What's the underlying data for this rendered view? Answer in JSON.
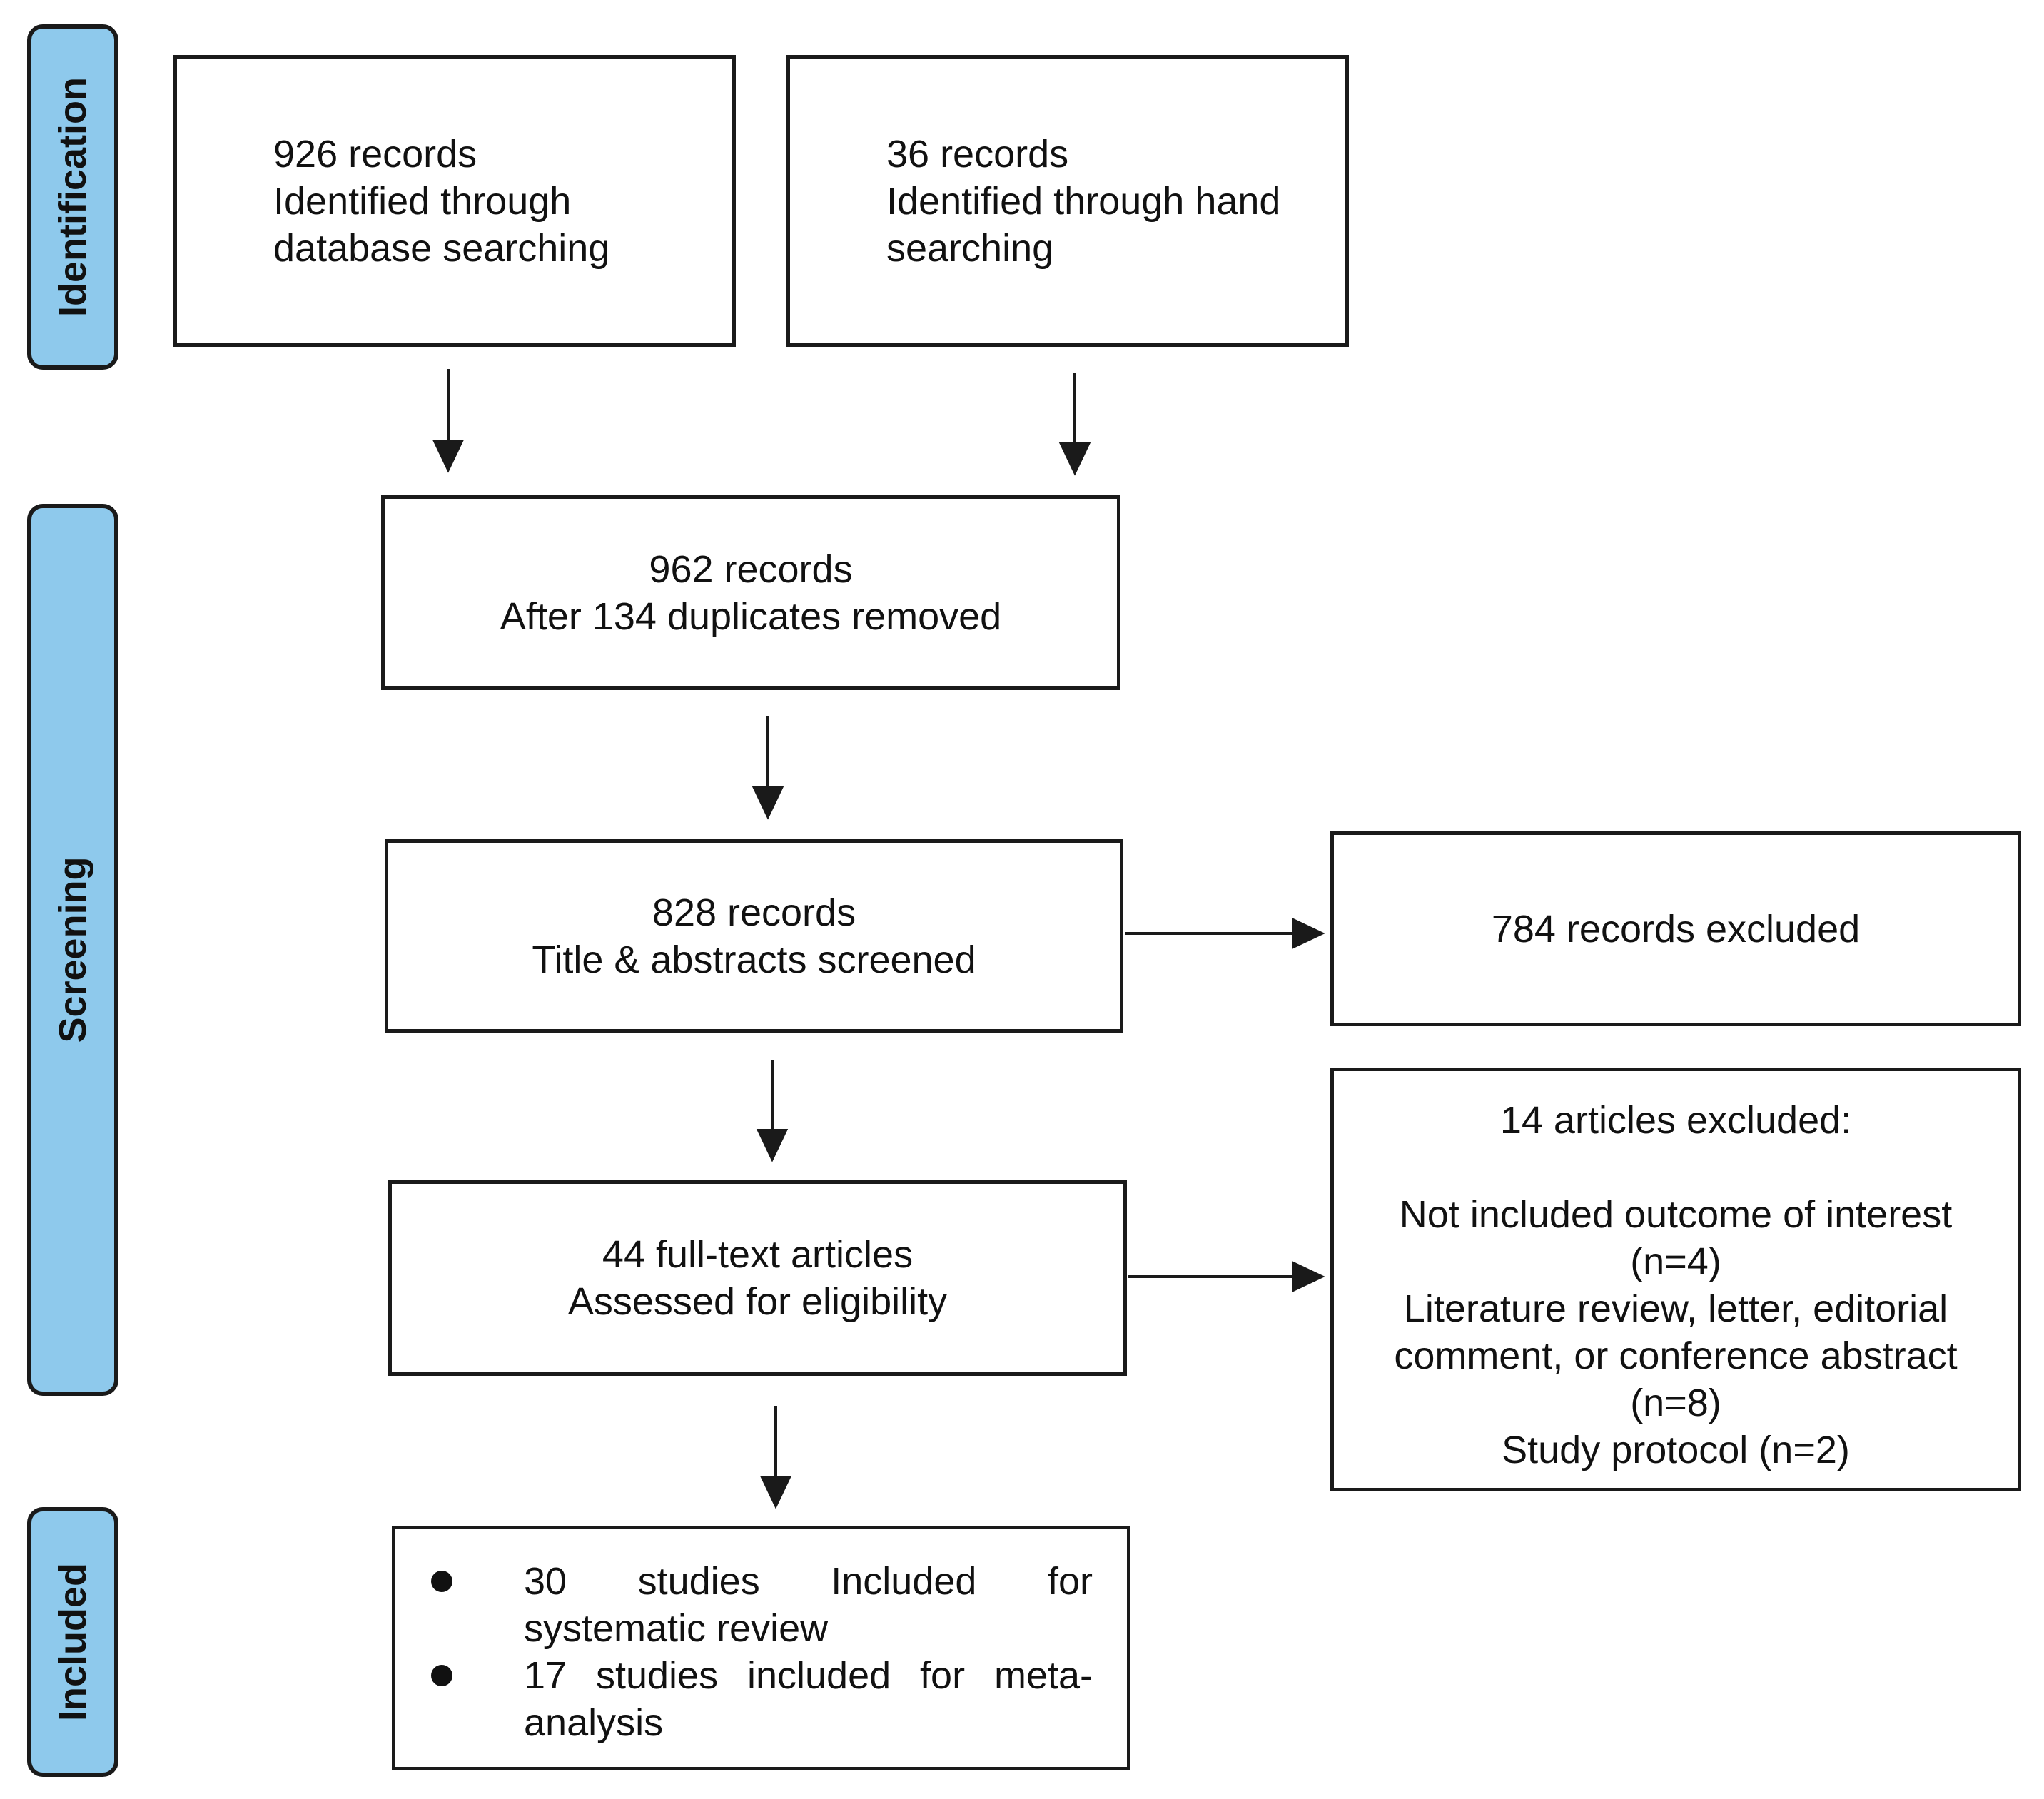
{
  "stages": {
    "identification": "Identification",
    "screening": "Screening",
    "included": "Included"
  },
  "identification": {
    "database": [
      "926 records",
      "Identified through",
      "database searching"
    ],
    "hand": [
      "36 records",
      "Identified through hand",
      "searching"
    ]
  },
  "screening": {
    "deduplicated": [
      "962 records",
      "After 134 duplicates removed"
    ],
    "screened": [
      "828 records",
      "Title & abstracts screened"
    ],
    "excluded_records": "784 records excluded",
    "full_text": [
      "44 full-text articles",
      "Assessed for eligibility"
    ],
    "excluded_articles": {
      "title": "14 articles excluded:",
      "reasons": [
        "Not included outcome of interest",
        "(n=4)",
        "Literature review, letter, editorial",
        "comment, or conference abstract",
        "(n=8)",
        "Study protocol (n=2)"
      ]
    }
  },
  "included": {
    "items": [
      "30 studies Included for systematic review",
      "17 studies included for meta-analysis"
    ]
  },
  "colors": {
    "stage_fill": "#8ec9ec",
    "border": "#1a1a1a"
  }
}
